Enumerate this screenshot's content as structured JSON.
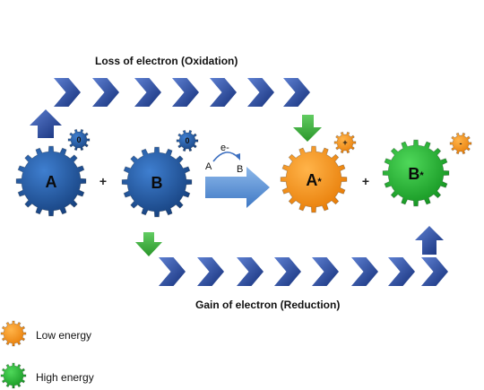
{
  "diagram": {
    "top_label": "Loss of electron (Oxidation)",
    "bottom_label": "Gain of electron (Reduction)",
    "reactant_a": "A",
    "reactant_b": "B",
    "product_a": "A",
    "product_b": "B",
    "product_mark": "*",
    "charge_a": "0",
    "charge_b": "0",
    "charge_a_product": "+",
    "charge_b_product": "-",
    "plus_left": "+",
    "plus_right": "+",
    "transfer_electron": "e-",
    "transfer_from": "A",
    "transfer_to": "B",
    "colors": {
      "reactant_blue": "#1f5ca8",
      "product_orange": "#f7941d",
      "product_green": "#2bb534",
      "arrow_navy": "#1c3f94",
      "arrow_green": "#3aa83a"
    }
  },
  "legend": {
    "items": [
      {
        "label": "Low energy",
        "color": "#f7941d"
      },
      {
        "label": "High energy",
        "color": "#2bb534"
      }
    ]
  }
}
